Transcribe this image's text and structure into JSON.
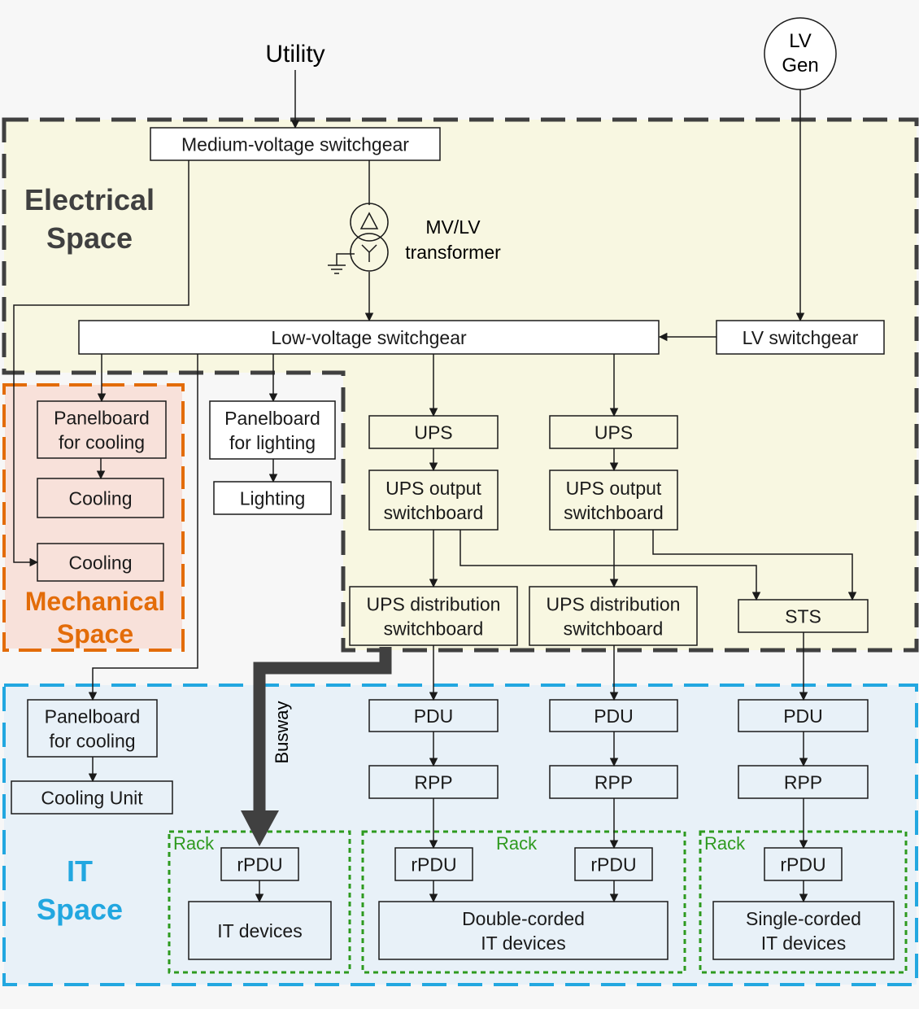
{
  "colors": {
    "electrical_fill": "#f8f7e1",
    "mechanical_fill": "#f8e1da",
    "mechanical_border": "#e36c09",
    "it_fill": "#e8f1f8",
    "it_border": "#22a7e0",
    "region_dark_border": "#404040",
    "rack_border": "#2e9a1f",
    "rack_label": "#2e9a1f",
    "line": "#1a1a1a",
    "busway": "#404040"
  },
  "labels": {
    "utility": "Utility",
    "lv_gen_line1": "LV",
    "lv_gen_line2": "Gen",
    "transformer_line1": "MV/LV",
    "transformer_line2": "transformer",
    "busway": "Busway"
  },
  "regions": {
    "electrical": {
      "line1": "Electrical",
      "line2": "Space"
    },
    "mechanical": {
      "line1": "Mechanical",
      "line2": "Space"
    },
    "it": {
      "line1": "IT",
      "line2": "Space"
    }
  },
  "boxes": {
    "mv_switchgear": [
      "Medium-voltage switchgear"
    ],
    "lv_switchgear_main": [
      "Low-voltage switchgear"
    ],
    "lv_switchgear_gen": [
      "LV switchgear"
    ],
    "panelboard_cooling_mech": [
      "Panelboard",
      "for cooling"
    ],
    "cooling_1": [
      "Cooling"
    ],
    "cooling_2": [
      "Cooling"
    ],
    "panelboard_lighting": [
      "Panelboard",
      "for lighting"
    ],
    "lighting": [
      "Lighting"
    ],
    "ups_a": [
      "UPS"
    ],
    "ups_b": [
      "UPS"
    ],
    "ups_output_a": [
      "UPS output",
      "switchboard"
    ],
    "ups_output_b": [
      "UPS output",
      "switchboard"
    ],
    "ups_dist_a": [
      "UPS distribution",
      "switchboard"
    ],
    "ups_dist_b": [
      "UPS distribution",
      "switchboard"
    ],
    "sts": [
      "STS"
    ],
    "panelboard_cooling_it": [
      "Panelboard",
      "for cooling"
    ],
    "cooling_unit": [
      "Cooling Unit"
    ],
    "pdu_a": [
      "PDU"
    ],
    "pdu_b": [
      "PDU"
    ],
    "pdu_c": [
      "PDU"
    ],
    "rpp_a": [
      "RPP"
    ],
    "rpp_b": [
      "RPP"
    ],
    "rpp_c": [
      "RPP"
    ],
    "rpdu_1": [
      "rPDU"
    ],
    "rpdu_2": [
      "rPDU"
    ],
    "rpdu_3": [
      "rPDU"
    ],
    "rpdu_4": [
      "rPDU"
    ],
    "it_devices": [
      "IT devices"
    ],
    "double_corded": [
      "Double-corded",
      "IT devices"
    ],
    "single_corded": [
      "Single-corded",
      "IT devices"
    ]
  },
  "racks": [
    "Rack",
    "Rack",
    "Rack"
  ]
}
